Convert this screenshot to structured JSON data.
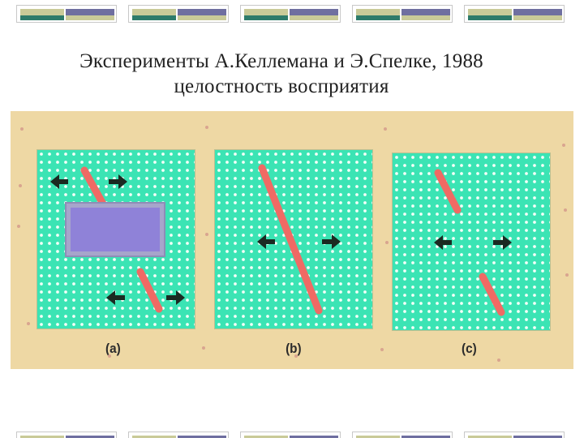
{
  "title": {
    "line1": "Эксперименты А.Келлемана и Э.Спелке, 1988",
    "line2": "целостность восприятия"
  },
  "figure": {
    "panels": [
      {
        "id": "a",
        "caption": "(a)"
      },
      {
        "id": "b",
        "caption": "(b)"
      },
      {
        "id": "c",
        "caption": "(c)"
      }
    ]
  },
  "colors": {
    "panel": "#3be4b4",
    "dots": "#f4fff8",
    "rod": "#f06a64",
    "occluder_frame": "#a7a5cb",
    "occluder_fill": "#8f82d8",
    "arrow": "#1b2a22",
    "figure_bg": "#eed8a4",
    "deco_olive": "#c9ca98",
    "deco_teal": "#2e7b6a",
    "deco_purple": "#6f6fa0"
  },
  "icons": [
    "arrow-left-icon",
    "arrow-right-icon"
  ]
}
